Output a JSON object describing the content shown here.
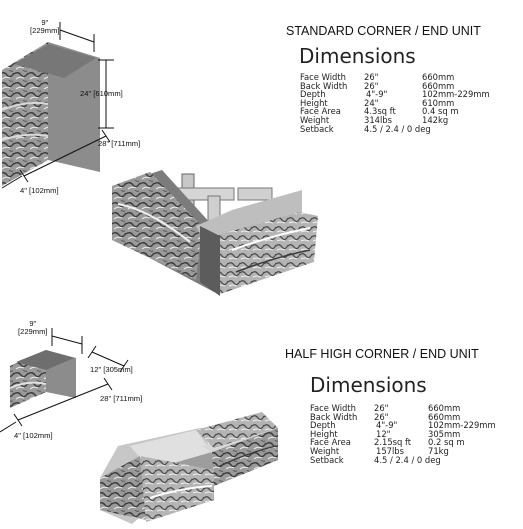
{
  "sections": [
    {
      "title": "STANDARD CORNER / END UNIT",
      "heading": "Dimensions",
      "specs": [
        {
          "label": "Face Width",
          "imperial": "26\"",
          "metric": "660mm"
        },
        {
          "label": "Back Width",
          "imperial": "26\"",
          "metric": "660mm"
        },
        {
          "label": "Depth",
          "imperial": "4\"-9\"",
          "metric": "102mm-229mm"
        },
        {
          "label": "Height",
          "imperial": "24\"",
          "metric": "610mm"
        },
        {
          "label": "Face Area",
          "imperial": "4.3sq ft",
          "metric": "0.4 sq m"
        },
        {
          "label": "Weight",
          "imperial": "314lbs",
          "metric": "142kg"
        },
        {
          "label": "Setback",
          "imperial": "4.5 / 2.4 / 0 deg",
          "metric": ""
        }
      ],
      "callouts": {
        "top_a": "9\"",
        "top_b": "[229mm]",
        "height": "24\" [610mm]",
        "width": "28\" [711mm]",
        "depth": "4\" [102mm]"
      }
    },
    {
      "title": "HALF HIGH CORNER / END UNIT",
      "heading": "Dimensions",
      "specs": [
        {
          "label": "Face Width",
          "imperial": "26\"",
          "metric": "660mm"
        },
        {
          "label": "Back Width",
          "imperial": "26\"",
          "metric": "660mm"
        },
        {
          "label": "Depth",
          "imperial": "4\"-9\"",
          "metric": "102mm-229mm"
        },
        {
          "label": "Height",
          "imperial": "12\"",
          "metric": "305mm"
        },
        {
          "label": "Face Area",
          "imperial": "2.15sq ft",
          "metric": "0.2 sq m"
        },
        {
          "label": "Weight",
          "imperial": "157lbs",
          "metric": "71kg"
        },
        {
          "label": "Setback",
          "imperial": "4.5 / 2.4 / 0 deg",
          "metric": ""
        }
      ],
      "callouts": {
        "top_a": "9\"",
        "top_b": "[229mm]",
        "height": "12\" [305mm]",
        "width": "28\" [711mm]",
        "depth": "4\" [102mm]"
      }
    }
  ]
}
